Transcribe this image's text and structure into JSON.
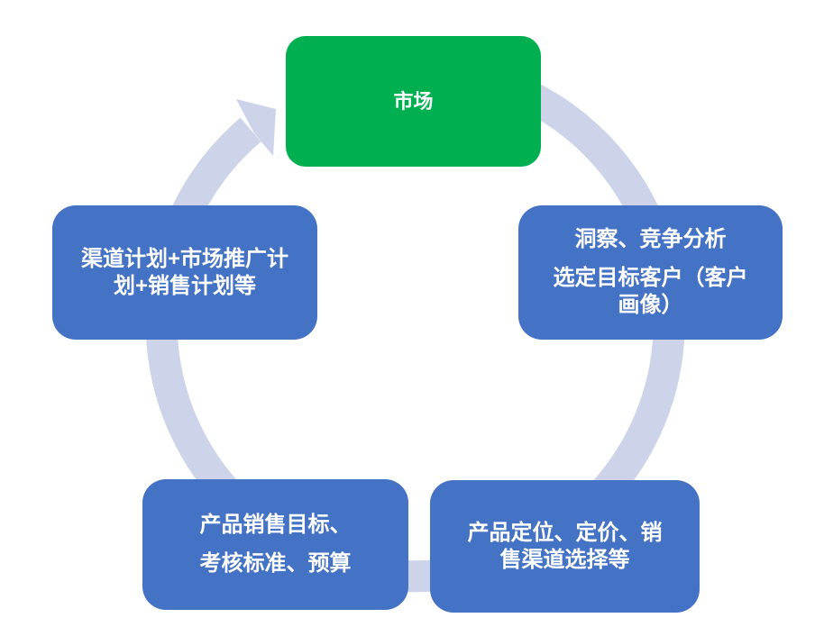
{
  "diagram": {
    "type": "cycle",
    "title": "",
    "colors": {
      "ring": "#CDD3E8",
      "node_blue": "#4472C4",
      "node_green": "#00B050",
      "text": "#FFFFFF"
    },
    "cycle_order": [
      "market",
      "insight",
      "product-positioning",
      "sales-target",
      "channel-plan"
    ],
    "nodes": [
      {
        "id": "market",
        "color": "#00B050",
        "text": "市场",
        "paragraphs": [
          [
            "市场"
          ]
        ]
      },
      {
        "id": "insight",
        "color": "#4472C4",
        "text": "洞察、竞争分析 选定目标客户（客户画像）",
        "paragraphs": [
          [
            "洞察、竞争分析"
          ],
          [
            "选定目标客户（客户",
            "画像）"
          ]
        ]
      },
      {
        "id": "product-positioning",
        "color": "#4472C4",
        "text": "产品定位、定价、销售渠道选择等",
        "paragraphs": [
          [
            "产品定位、定价、销",
            "售渠道选择等"
          ]
        ]
      },
      {
        "id": "sales-target",
        "color": "#4472C4",
        "text": "产品销售目标、考核标准、预算",
        "paragraphs": [
          [
            "产品销售目标、"
          ],
          [
            "考核标准、预算"
          ]
        ]
      },
      {
        "id": "channel-plan",
        "color": "#4472C4",
        "text": "渠道计划+市场推广计划+销售计划等",
        "paragraphs": [
          [
            "渠道计划+市场推广计",
            "划+销售计划等"
          ]
        ]
      }
    ]
  }
}
